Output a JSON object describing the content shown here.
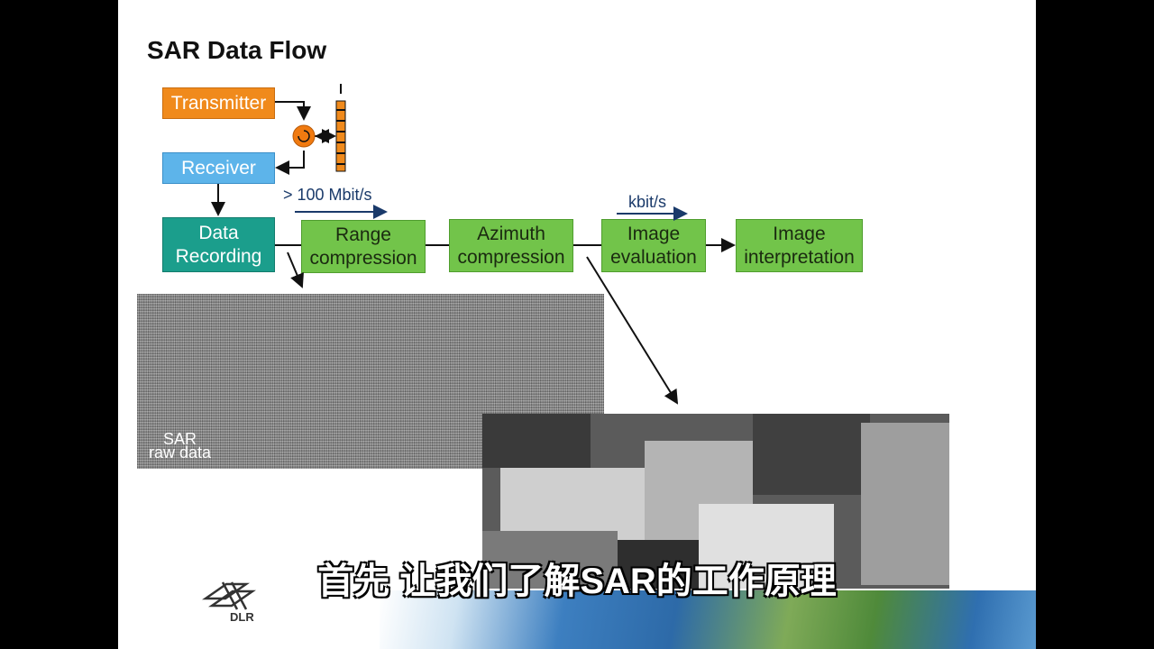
{
  "slide": {
    "title": "SAR Data Flow",
    "blocks": {
      "transmitter": "Transmitter",
      "receiver": "Receiver",
      "data_recording": "Data\nRecording",
      "range_compression": "Range\ncompression",
      "azimuth_compression": "Azimuth\ncompression",
      "image_evaluation": "Image\nevaluation",
      "image_interpretation": "Image\ninterpretation"
    },
    "rates": {
      "high": "> 100 Mbit/s",
      "low": "kbit/s"
    },
    "raw_label": "SAR\nraw data",
    "logo_text": "DLR"
  },
  "subtitle": "首先 让我们了解SAR的工作原理",
  "colors": {
    "transmitter": "#f08a1c",
    "receiver": "#5db4ea",
    "data_recording": "#1b9e8c",
    "processing": "#72c44a",
    "rate_arrow": "#1a3a6a"
  }
}
